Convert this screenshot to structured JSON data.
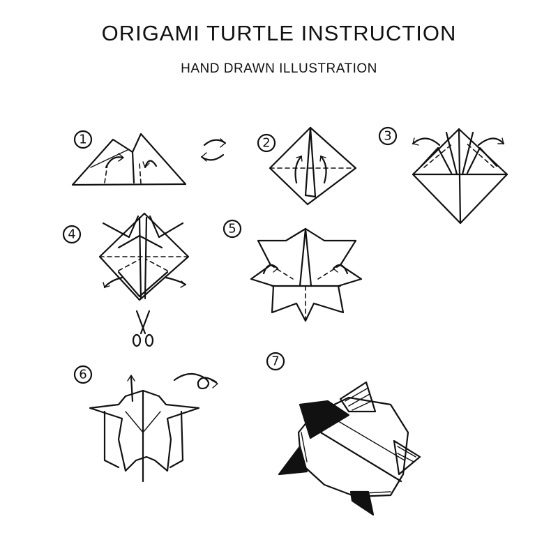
{
  "header": {
    "title": "ORIGAMI TURTLE INSTRUCTION",
    "subtitle": "HAND DRAWN ILLUSTRATION"
  },
  "steps": [
    {
      "number": "1"
    },
    {
      "number": "2"
    },
    {
      "number": "3"
    },
    {
      "number": "4"
    },
    {
      "number": "5"
    },
    {
      "number": "6"
    },
    {
      "number": "7"
    }
  ],
  "colors": {
    "ink": "#111111",
    "background": "#ffffff"
  },
  "icons": [
    "flip-icon",
    "scissors-icon",
    "turn-over-arrow-icon",
    "fold-arrow-icon"
  ]
}
